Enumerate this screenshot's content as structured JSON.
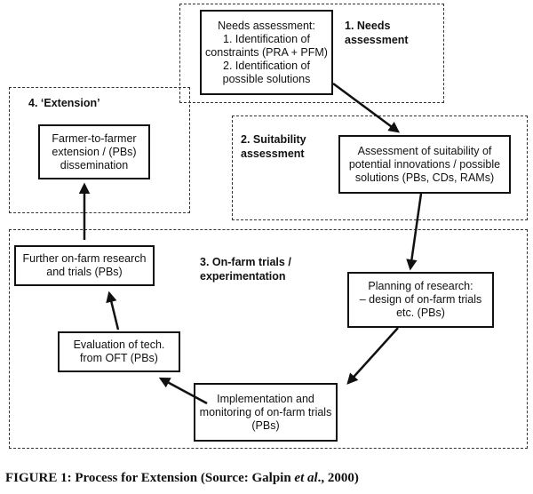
{
  "stages": {
    "needs": "1. Needs\nassessment",
    "suitability": "2. Suitability\nassessment",
    "trials": "3. On-farm trials /\nexperimentation",
    "extension": "4. ‘Extension’"
  },
  "boxes": {
    "needs_assessment": "Needs assessment:\n1. Identification of\nconstraints (PRA + PFM)\n2. Identification of\npossible solutions",
    "suitability": "Assessment of suitability of\npotential innovations / possible\nsolutions (PBs, CDs, RAMs)",
    "farmer_extension": "Farmer-to-farmer\nextension / (PBs)\ndissemination",
    "further_research": "Further on-farm research\nand trials (PBs)",
    "planning": "Planning of research:\n– design of on-farm trials\netc. (PBs)",
    "evaluation": "Evaluation of tech.\nfrom OFT (PBs)",
    "implementation": "Implementation and\nmonitoring of on-farm trials\n(PBs)"
  },
  "caption": {
    "before": "FIGURE 1: Process for Extension (Source: Galpin ",
    "italic": "et al",
    "after": "., 2000)"
  }
}
